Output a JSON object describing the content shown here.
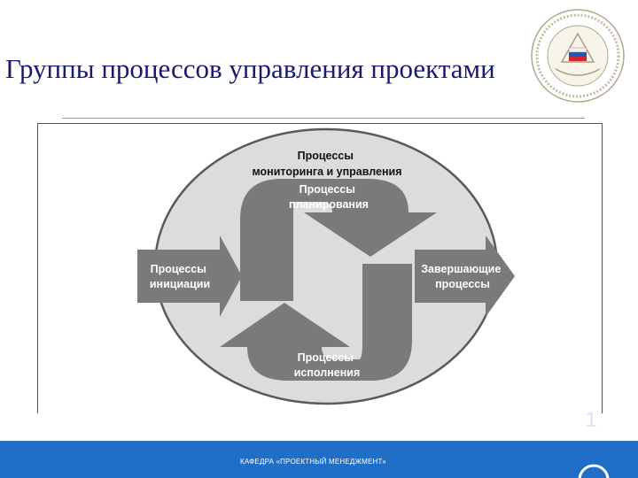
{
  "title": "Группы процессов управления проектами",
  "diagram": {
    "monitoring": [
      "Процессы",
      "мониторинга и управления"
    ],
    "planning": [
      "Процессы",
      "планирования"
    ],
    "initiation": [
      "Процессы",
      "инициации"
    ],
    "closing": [
      "Завершающие",
      "процессы"
    ],
    "execution": [
      "Процессы",
      "исполнения"
    ]
  },
  "slide_number": "1",
  "footer": {
    "text": "КАФЕДРА «ПРОЕКТНЫЙ МЕНЕДЖМЕНТ»"
  },
  "colors": {
    "title": "#1a1a6e",
    "circle_fill": "#dcdcdc",
    "arrow_fill": "#7a7a7a",
    "arrow_text": "#ffffff",
    "footer_bg": "#1f6fc8"
  }
}
